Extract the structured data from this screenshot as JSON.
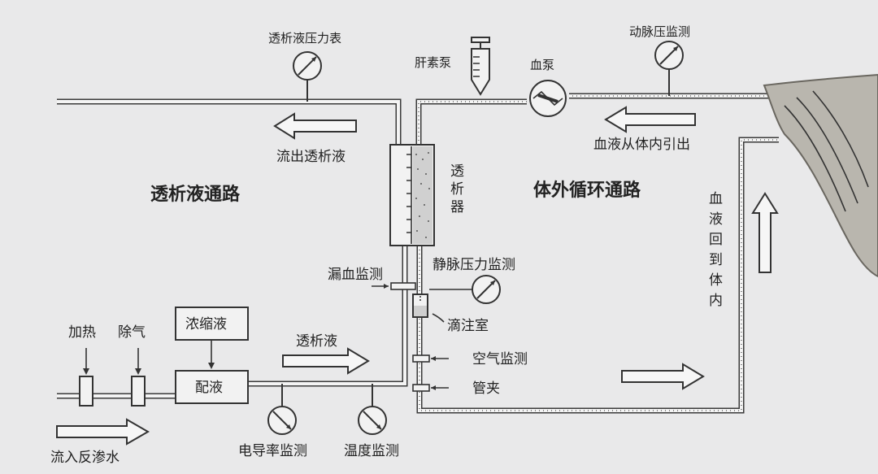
{
  "labels": {
    "dialysate_pressure_gauge": "透析液压力表",
    "heparin_pump": "肝素泵",
    "blood_pump": "血泵",
    "arterial_pressure_monitor": "动脉压监测",
    "outflow_dialysate": "流出透析液",
    "blood_from_body": "血液从体内引出",
    "dialysate_circuit": "透析液通路",
    "dialyzer": "透析器",
    "extracorporeal_circuit": "体外循环通路",
    "blood_return": "血液回到体内",
    "blood_leak_monitor": "漏血监测",
    "venous_pressure_monitor": "静脉压力监测",
    "drip_chamber": "滴注室",
    "heating": "加热",
    "degassing": "除气",
    "concentrate": "浓缩液",
    "dialysate": "透析液",
    "air_monitor": "空气监测",
    "clamp": "管夹",
    "mixing": "配液",
    "conductivity_monitor": "电导率监测",
    "temperature_monitor": "温度监测",
    "ro_water_inflow": "流入反渗水"
  }
}
